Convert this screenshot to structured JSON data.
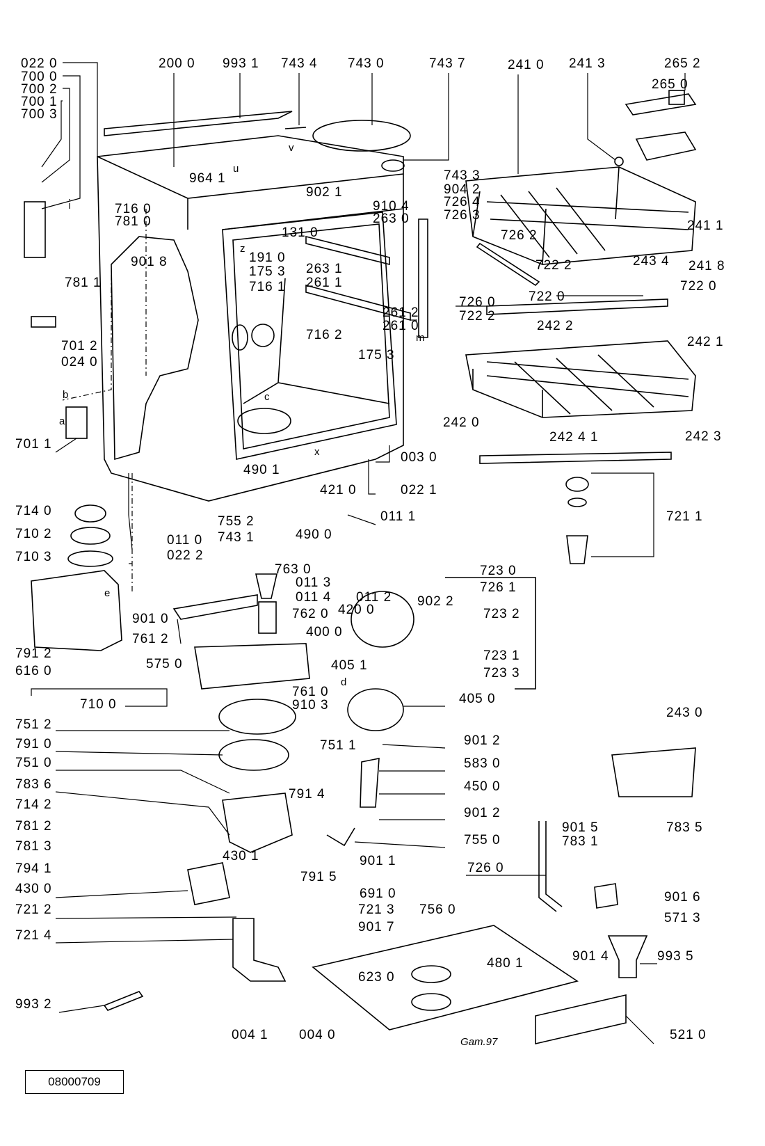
{
  "drawing_number": "08000709",
  "signature": "Gam.97",
  "callouts": [
    "022 0",
    "700 0",
    "700 2",
    "700 1",
    "700 3",
    "200 0",
    "993 1",
    "743 4",
    "743 0",
    "743 7",
    "241 0",
    "241 3",
    "265 2",
    "265 0",
    "743 3",
    "904 2",
    "726 4",
    "726 3",
    "726 2",
    "964 1",
    "902 1",
    "910 4",
    "263 0",
    "131 0",
    "716 0",
    "781 0",
    "901 8",
    "781 1",
    "191 0",
    "175 3",
    "716 1",
    "263 1",
    "261 1",
    "261 2",
    "261 0",
    "716 2",
    "175 3",
    "726 0",
    "722 2",
    "722 2",
    "722 0",
    "722 0",
    "243 4",
    "241 1",
    "241 8",
    "242 2",
    "242 1",
    "242 0",
    "242 3",
    "242 4 1",
    "701 2",
    "024 0",
    "701 1",
    "003 0",
    "022 1",
    "490 1",
    "421 0",
    "011 1",
    "714 0",
    "710 2",
    "710 3",
    "011 0",
    "022 2",
    "755 2",
    "743 1",
    "490 0",
    "763 0",
    "011 3",
    "011 4",
    "011 2",
    "902 2",
    "723 0",
    "726 1",
    "723 2",
    "723 1",
    "723 3",
    "721 1",
    "901 0",
    "761 2",
    "762 0",
    "420 0",
    "400 0",
    "791 2",
    "616 0",
    "575 0",
    "710 0",
    "405 1",
    "405 0",
    "761 0",
    "910 3",
    "243 0",
    "751 2",
    "751 1",
    "901 2",
    "791 0",
    "751 0",
    "583 0",
    "783 6",
    "450 0",
    "714 2",
    "791 4",
    "901 2",
    "781 2",
    "755 0",
    "901 5",
    "783 1",
    "783 5",
    "781 3",
    "901 1",
    "726 0",
    "794 1",
    "430 1",
    "791 5",
    "430 0",
    "691 0",
    "901 6",
    "571 3",
    "721 2",
    "721 3",
    "756 0",
    "721 4",
    "901 7",
    "480 1",
    "901 4",
    "993 5",
    "623 0",
    "993 2",
    "004 1",
    "004 0",
    "521 0"
  ],
  "reference_letters": [
    "a",
    "b",
    "c",
    "d",
    "e",
    "m",
    "u",
    "v",
    "x",
    "z"
  ]
}
